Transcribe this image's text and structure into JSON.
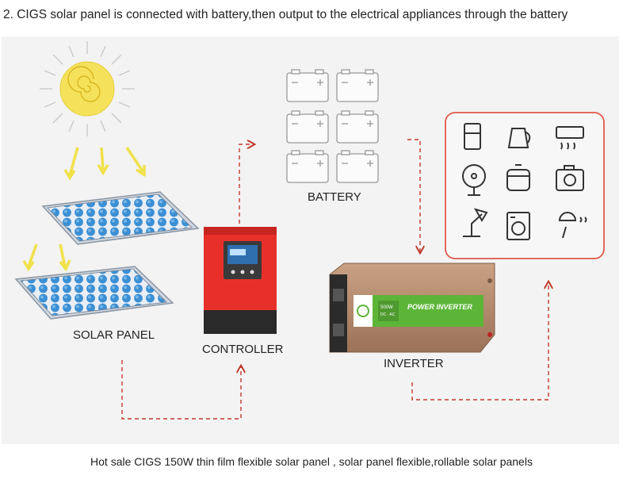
{
  "header": {
    "title": "2. CIGS solar panel is connected with battery,then output to the electrical appliances through the battery"
  },
  "labels": {
    "solar_panel": "SOLAR PANEL",
    "controller": "CONTROLLER",
    "battery": "BATTERY",
    "inverter": "INVERTER"
  },
  "controller_device": {
    "color": "#e8302a"
  },
  "inverter_device": {
    "brand_text": "POWER INVERTER",
    "power_rating": "500W",
    "voltage": "DC - AC",
    "color": "#b38a6e"
  },
  "appliances": [
    "refrigerator-icon",
    "kettle-icon",
    "air-conditioner-icon",
    "fan-icon",
    "rice-cooker-icon",
    "camera-icon",
    "desk-lamp-icon",
    "washing-machine-icon",
    "hair-dryer-icon"
  ],
  "colors": {
    "appliance_border": "#e05a4a",
    "arrow": "#c0392b",
    "panel_cell": "#3b8fd4",
    "sun": "#f5e25a"
  },
  "footer": {
    "caption": "Hot sale CIGS 150W thin film flexible solar panel , solar panel flexible,rollable solar panels"
  }
}
